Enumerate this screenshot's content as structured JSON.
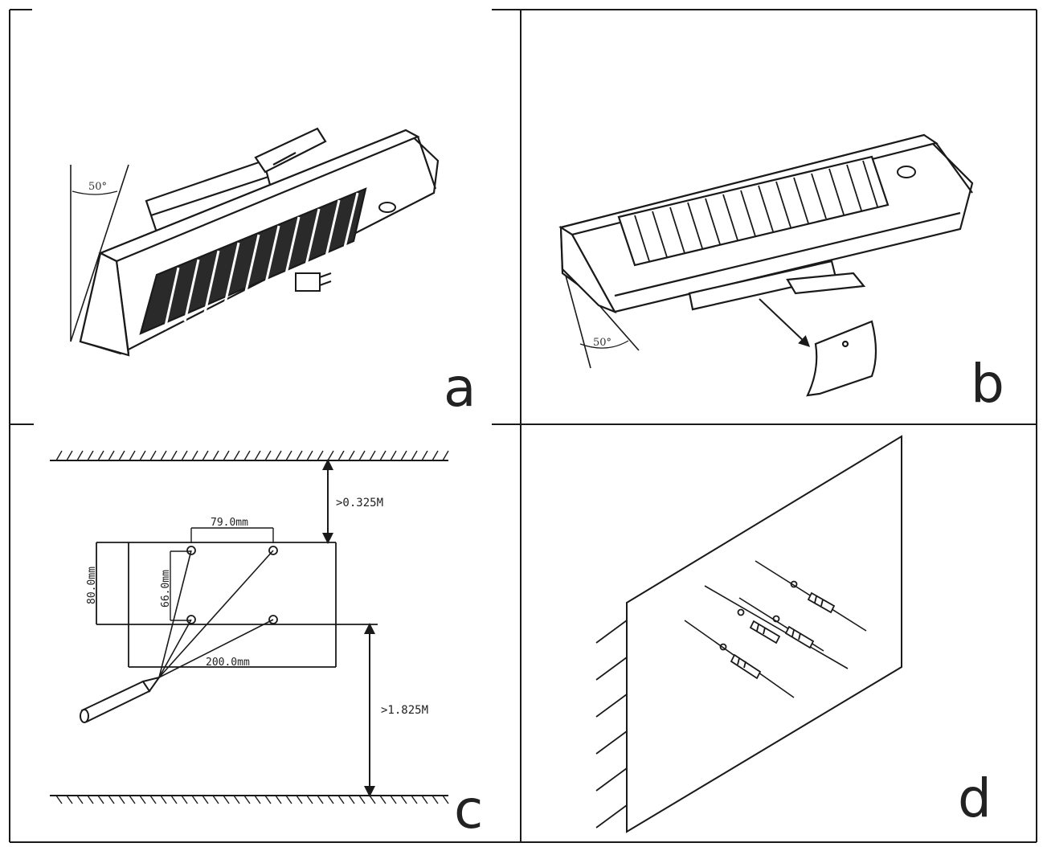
{
  "panels": {
    "a": {
      "letter": "a",
      "angle_label": "50°"
    },
    "b": {
      "letter": "b",
      "angle_label": "50°"
    },
    "c": {
      "letter": "c",
      "ceiling_clearance": ">0.325M",
      "floor_clearance": ">1.825M",
      "hole_spacing_top": "79.0mm",
      "bracket_height": "80.0mm",
      "hole_spacing_vertical": "66.0mm",
      "bracket_width": "200.0mm"
    },
    "d": {
      "letter": "d"
    }
  },
  "colors": {
    "ink": "#1a1a1a",
    "background": "#ffffff"
  }
}
